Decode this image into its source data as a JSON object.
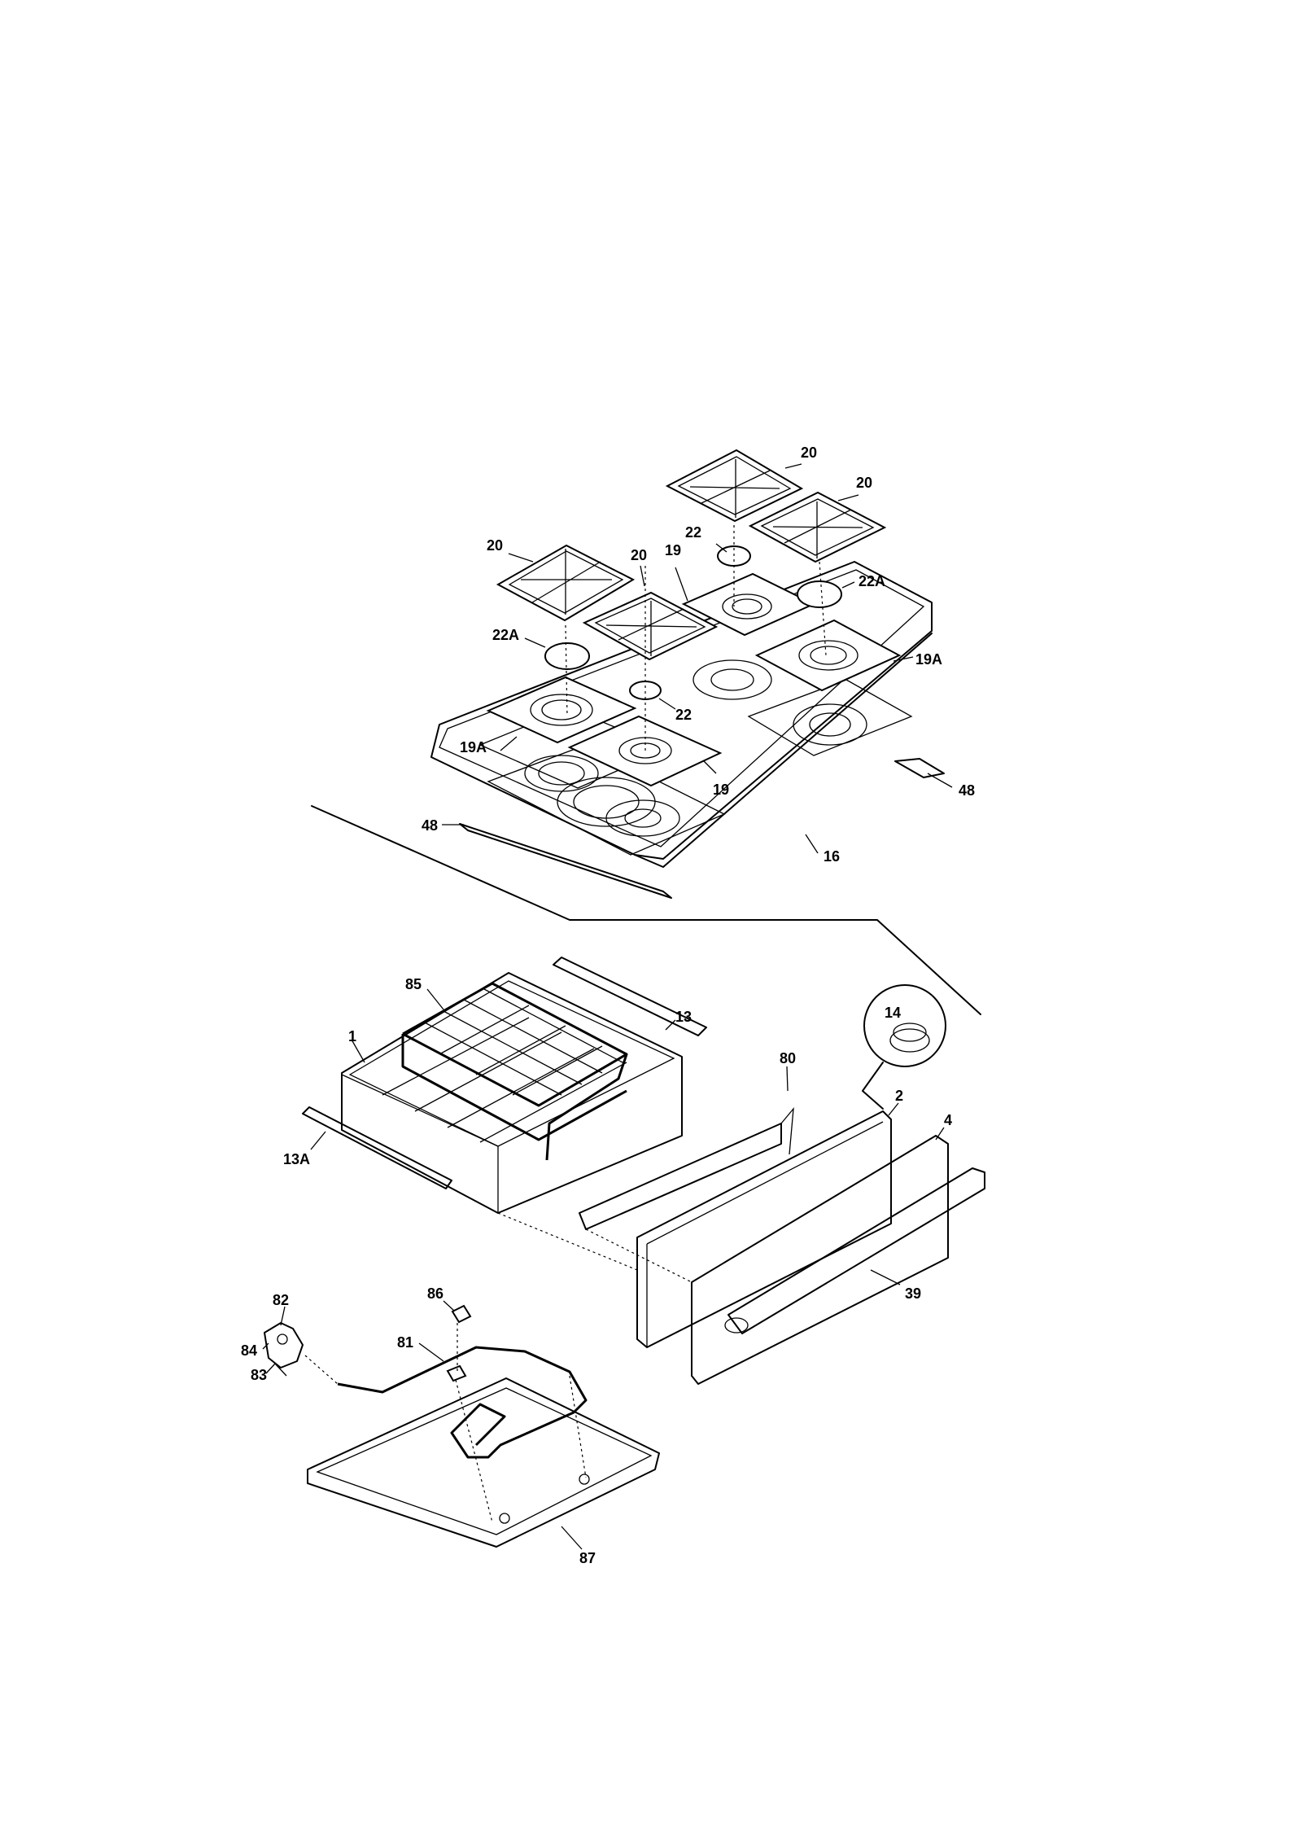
{
  "callouts": [
    {
      "id": "c20a",
      "text": "20"
    },
    {
      "id": "c20b",
      "text": "20"
    },
    {
      "id": "c20c",
      "text": "20"
    },
    {
      "id": "c20d",
      "text": "20"
    },
    {
      "id": "c22a",
      "text": "22"
    },
    {
      "id": "c22b",
      "text": "22"
    },
    {
      "id": "c22Aa",
      "text": "22A"
    },
    {
      "id": "c22Ab",
      "text": "22A"
    },
    {
      "id": "c19a",
      "text": "19"
    },
    {
      "id": "c19b",
      "text": "19"
    },
    {
      "id": "c19Aa",
      "text": "19A"
    },
    {
      "id": "c19Ab",
      "text": "19A"
    },
    {
      "id": "c48a",
      "text": "48"
    },
    {
      "id": "c48b",
      "text": "48"
    },
    {
      "id": "c16",
      "text": "16"
    },
    {
      "id": "c85",
      "text": "85"
    },
    {
      "id": "c13",
      "text": "13"
    },
    {
      "id": "c1",
      "text": "1"
    },
    {
      "id": "c13A",
      "text": "13A"
    },
    {
      "id": "c14",
      "text": "14"
    },
    {
      "id": "c80",
      "text": "80"
    },
    {
      "id": "c2",
      "text": "2"
    },
    {
      "id": "c4",
      "text": "4"
    },
    {
      "id": "c39",
      "text": "39"
    },
    {
      "id": "c86",
      "text": "86"
    },
    {
      "id": "c82",
      "text": "82"
    },
    {
      "id": "c84",
      "text": "84"
    },
    {
      "id": "c83",
      "text": "83"
    },
    {
      "id": "c81",
      "text": "81"
    },
    {
      "id": "c87",
      "text": "87"
    }
  ]
}
